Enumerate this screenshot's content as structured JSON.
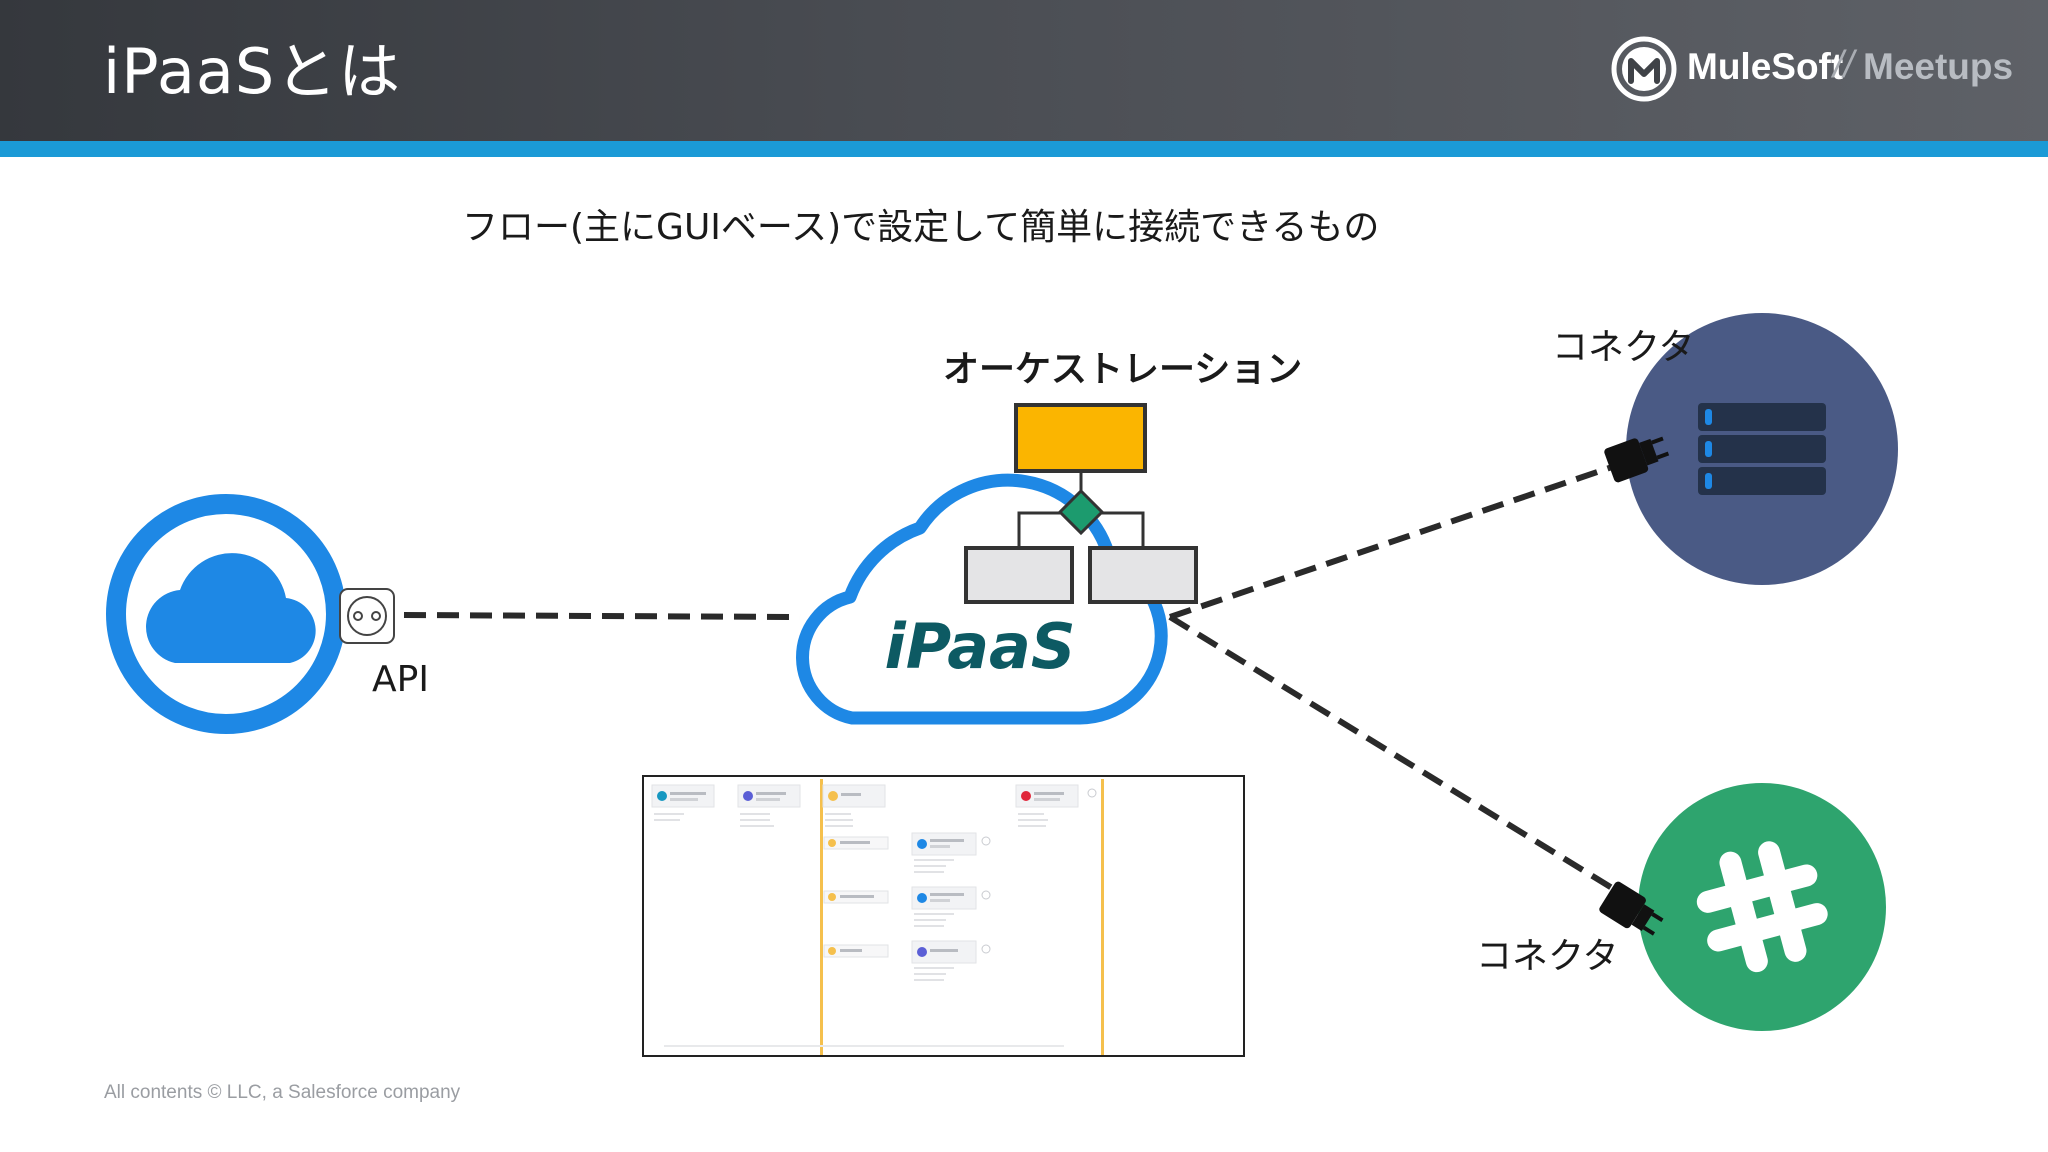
{
  "slide": {
    "title": "iPaaSとは",
    "brand": {
      "name": "MuleSoft",
      "separator": "//",
      "sub": "Meetups"
    },
    "subtitle": "フロー(主にGUIベース)で設定して簡単に接続できるもの",
    "footer": "All contents © LLC, a Salesforce company"
  },
  "diagram": {
    "orchestration_label": "オーケストレーション",
    "ipaas_label": "iPaaS",
    "api_label": "API",
    "connector_top_label": "コネクタ",
    "connector_bottom_label": "コネクタ",
    "icons": [
      "cloud-icon",
      "socket-icon",
      "flowchart-icon",
      "server-icon",
      "slack-icon",
      "plug-icon"
    ]
  },
  "colors": {
    "header": "#3f4247",
    "accent_blue": "#1b9ad6",
    "cloud_blue": "#1e88e5",
    "flow_yellow": "#fbb500",
    "flow_green": "#1c9b6e",
    "server_bg": "#4a5a85",
    "slack_bg": "#2ea46e",
    "ipaas_text": "#0d5a63"
  }
}
